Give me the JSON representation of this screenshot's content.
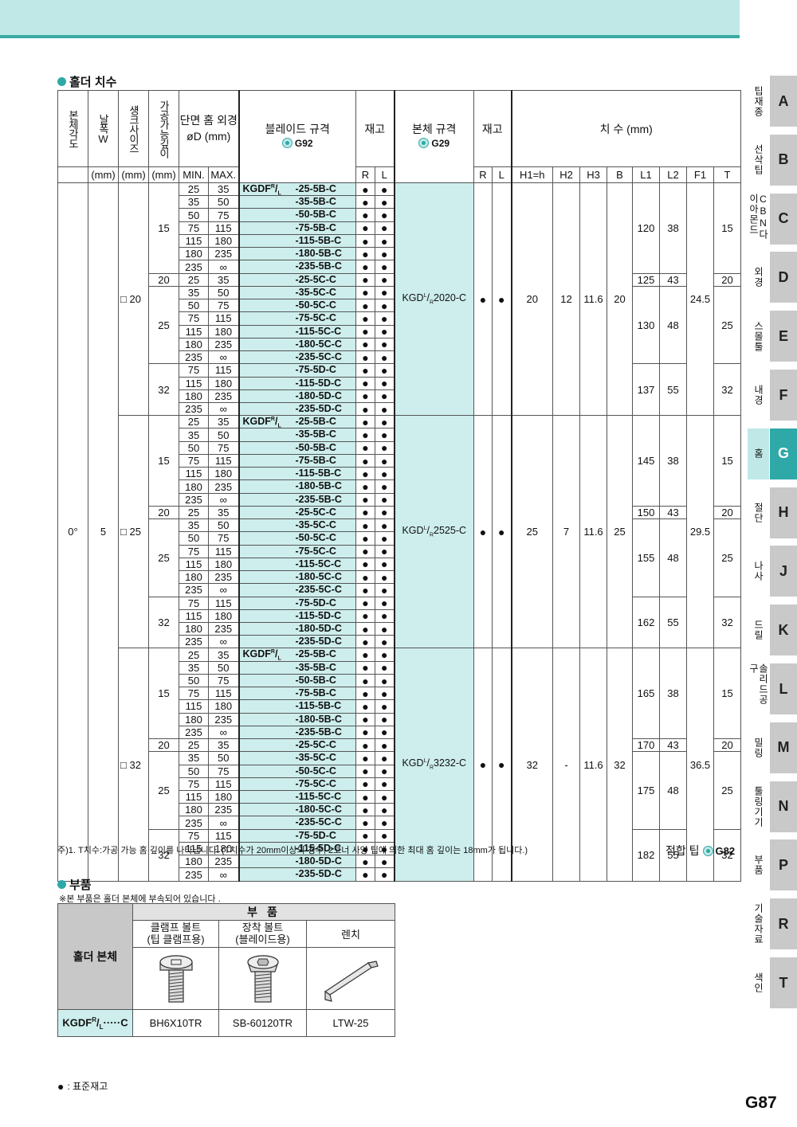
{
  "section1_title": "홀더 치수",
  "headers": {
    "angle": "본체각도",
    "width": "날폭W",
    "width_unit": "(mm)",
    "shank": "섕크사이즈",
    "shank_unit": "(mm)",
    "depth": "가공가능깊이",
    "depth_unit": "(mm)",
    "diam_line1": "단면 홈 외경",
    "diam_line2": "øD (mm)",
    "min": "MIN.",
    "max": "MAX.",
    "blade": "블레이드 규격",
    "blade_ref": "G92",
    "stock": "재고",
    "r": "R",
    "l": "L",
    "body": "본체 규격",
    "body_ref": "G29",
    "dims": "치 수 (mm)",
    "h1": "H1=h",
    "h2": "H2",
    "h3": "H3",
    "b": "B",
    "l1": "L1",
    "l2": "L2",
    "f1": "F1",
    "t": "T"
  },
  "angle": "0°",
  "width": "5",
  "stock_mark": "●",
  "blade_prefix": "KGDF",
  "blade_sup": "R",
  "blade_sub": "L",
  "body_prefix": "KGD",
  "body_sup": "L",
  "body_sub": "R",
  "diameter_pairs_5b": [
    [
      "25",
      "35"
    ],
    [
      "35",
      "50"
    ],
    [
      "50",
      "75"
    ],
    [
      "75",
      "115"
    ],
    [
      "115",
      "180"
    ],
    [
      "180",
      "235"
    ],
    [
      "235",
      "∞"
    ]
  ],
  "blade_5b": [
    "-25-5B-C",
    "-35-5B-C",
    "-50-5B-C",
    "-75-5B-C",
    "-115-5B-C",
    "-180-5B-C",
    "-235-5B-C"
  ],
  "diameter_20": [
    "25",
    "35"
  ],
  "blade_20": "-25-5C-C",
  "diameter_pairs_5c": [
    [
      "35",
      "50"
    ],
    [
      "50",
      "75"
    ],
    [
      "75",
      "115"
    ],
    [
      "115",
      "180"
    ],
    [
      "180",
      "235"
    ],
    [
      "235",
      "∞"
    ]
  ],
  "blade_5c": [
    "-35-5C-C",
    "-50-5C-C",
    "-75-5C-C",
    "-115-5C-C",
    "-180-5C-C",
    "-235-5C-C"
  ],
  "diameter_pairs_5d": [
    [
      "75",
      "115"
    ],
    [
      "115",
      "180"
    ],
    [
      "180",
      "235"
    ],
    [
      "235",
      "∞"
    ]
  ],
  "blade_5d": [
    "-75-5D-C",
    "-115-5D-C",
    "-180-5D-C",
    "-235-5D-C"
  ],
  "depths": {
    "d15": "15",
    "d20": "20",
    "d25": "25",
    "d32": "32"
  },
  "groups": [
    {
      "shank": "□ 20",
      "body": "2020-C",
      "h1": "20",
      "h2": "12",
      "h3": "11.6",
      "b": "20",
      "f1": "24.5",
      "l15": [
        "120",
        "38",
        "15"
      ],
      "l20": [
        "125",
        "43",
        "20"
      ],
      "l25": [
        "130",
        "48",
        "25"
      ],
      "l32": [
        "137",
        "55",
        "32"
      ]
    },
    {
      "shank": "□ 25",
      "body": "2525-C",
      "h1": "25",
      "h2": "7",
      "h3": "11.6",
      "b": "25",
      "f1": "29.5",
      "l15": [
        "145",
        "38",
        "15"
      ],
      "l20": [
        "150",
        "43",
        "20"
      ],
      "l25": [
        "155",
        "48",
        "25"
      ],
      "l32": [
        "162",
        "55",
        "32"
      ]
    },
    {
      "shank": "□ 32",
      "body": "3232-C",
      "h1": "32",
      "h2": "-",
      "h3": "11.6",
      "b": "32",
      "f1": "36.5",
      "l15": [
        "165",
        "38",
        "15"
      ],
      "l20": [
        "170",
        "43",
        "20"
      ],
      "l25": [
        "175",
        "48",
        "25"
      ],
      "l32": [
        "182",
        "55",
        "32"
      ]
    }
  ],
  "note": "주)1. T치수:가공 가능 홈 깊이를 나타냅니다. (T치수가 20mm이상의 경우, 2코너 사양 팁에 의한 최대 홈 깊이는 18mm가 됩니다.)",
  "fit_tip": "적합 팁",
  "fit_ref": "G82",
  "section2_title": "부품",
  "parts_note": "※본 부품은 홀더 본체에 부속되어 있습니다 .",
  "parts": {
    "header": "부 품",
    "holder": "홀더 본체",
    "clamp_line1": "클램프 볼트",
    "clamp_line2": "(팁 클램프용)",
    "mount_line1": "장착 볼트",
    "mount_line2": "(블레이드용)",
    "wrench": "렌치",
    "holder_prefix": "KGDF",
    "holder_sup": "R",
    "holder_sub": "L",
    "holder_suffix": "·····C",
    "clamp_code": "BH6X10TR",
    "mount_code": "SB-60120TR",
    "wrench_code": "LTW-25"
  },
  "legend": ": 표준재고",
  "page_number": "G87",
  "sidebar": [
    {
      "label": "팁재종",
      "letter": "A"
    },
    {
      "label": "선삭팁",
      "letter": "B"
    },
    {
      "label": "CBN다이아몬드",
      "letter": "C"
    },
    {
      "label": "외경",
      "letter": "D"
    },
    {
      "label": "스몰툴",
      "letter": "E"
    },
    {
      "label": "내경",
      "letter": "F"
    },
    {
      "label": "홈",
      "letter": "G"
    },
    {
      "label": "절단",
      "letter": "H"
    },
    {
      "label": "나사",
      "letter": "J"
    },
    {
      "label": "드릴",
      "letter": "K"
    },
    {
      "label": "솔리드공구",
      "letter": "L"
    },
    {
      "label": "밀링",
      "letter": "M"
    },
    {
      "label": "툴링기기",
      "letter": "N"
    },
    {
      "label": "부품",
      "letter": "P"
    },
    {
      "label": "기술자료",
      "letter": "R"
    },
    {
      "label": "색인",
      "letter": "T"
    }
  ],
  "active_letter": "G",
  "colors": {
    "teal": "#2fa8a8",
    "light_teal": "#bfe8e6",
    "cyan_cell": "#cdeeed",
    "gray": "#c9c9c9"
  }
}
